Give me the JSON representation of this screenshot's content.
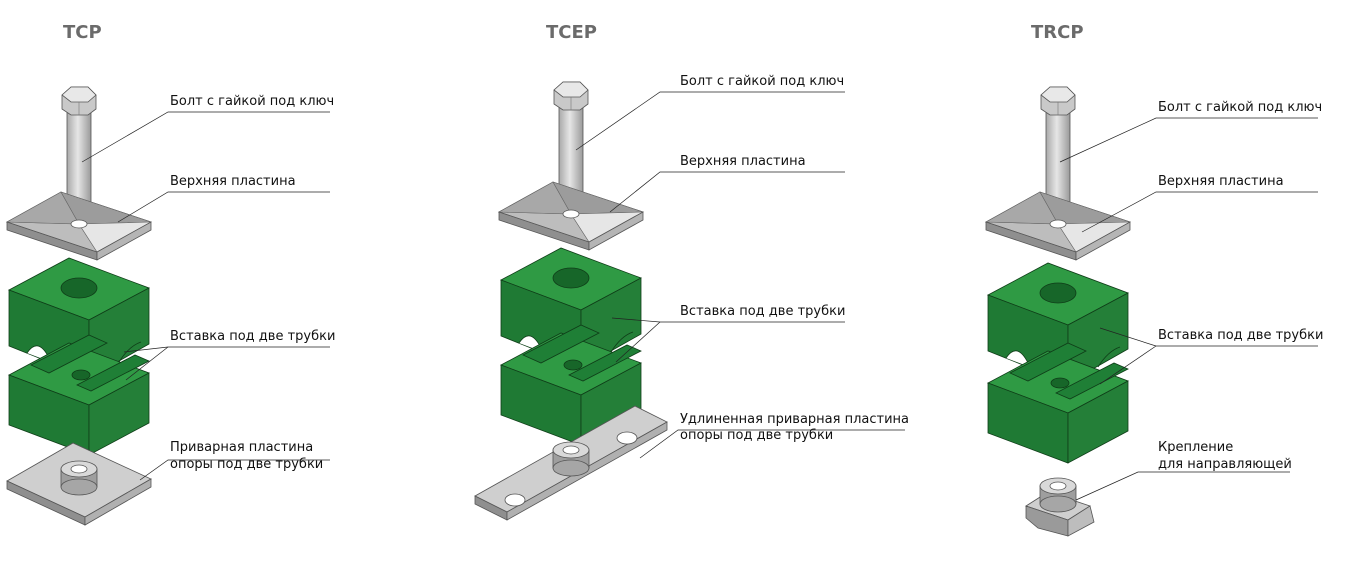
{
  "titles": {
    "tcp": "TCP",
    "tcep": "TCEP",
    "trcp": "TRCP"
  },
  "labels": {
    "bolt": "Болт с гайкой под ключ",
    "upper_plate": "Верхняя пластина",
    "insert": "Вставка под две трубки",
    "weld_plate_line1": "Приварная пластина",
    "weld_plate_line2": "опоры под две трубки",
    "long_weld_plate_line1": "Удлиненная приварная пластина",
    "long_weld_plate_line2": "опоры под две трубки",
    "rail_mount_line1": "Крепление",
    "rail_mount_line2": "для направляющей"
  },
  "colors": {
    "title": "#6b6b6b",
    "green_top": "#2f9a44",
    "green_front": "#1f7a34",
    "green_dark": "#165e27",
    "metal_light": "#dcdcdc",
    "metal_mid": "#b9b9b9",
    "metal_dark": "#8f8f8f"
  }
}
